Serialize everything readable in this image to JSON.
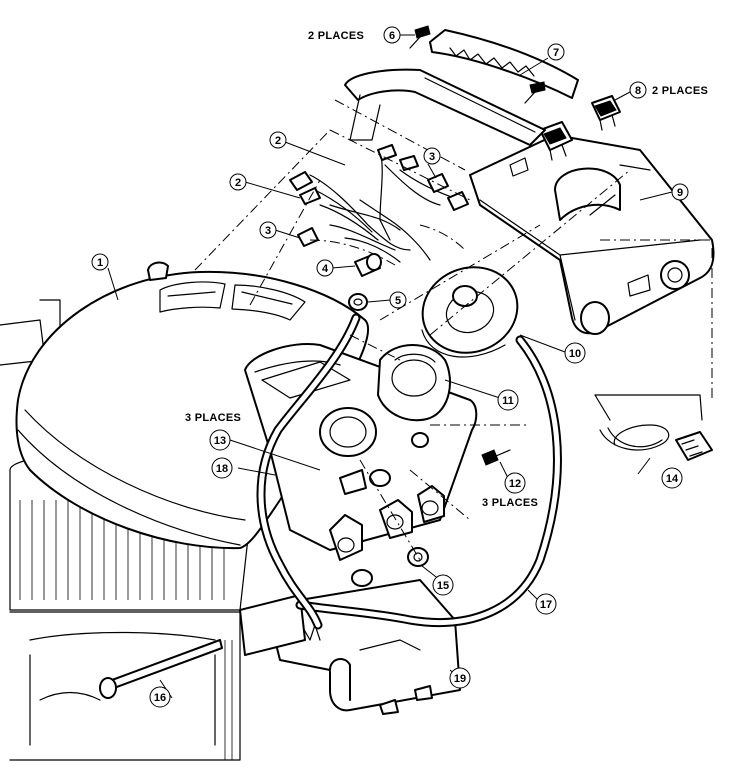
{
  "diagram": {
    "callouts": [
      {
        "id": "c1",
        "label": "1"
      },
      {
        "id": "c2a",
        "label": "2"
      },
      {
        "id": "c2b",
        "label": "2"
      },
      {
        "id": "c3a",
        "label": "3"
      },
      {
        "id": "c3b",
        "label": "3"
      },
      {
        "id": "c4",
        "label": "4"
      },
      {
        "id": "c5",
        "label": "5"
      },
      {
        "id": "c6",
        "label": "6"
      },
      {
        "id": "c7",
        "label": "7"
      },
      {
        "id": "c8",
        "label": "8"
      },
      {
        "id": "c9",
        "label": "9"
      },
      {
        "id": "c10",
        "label": "10"
      },
      {
        "id": "c11",
        "label": "11"
      },
      {
        "id": "c12",
        "label": "12"
      },
      {
        "id": "c13",
        "label": "13"
      },
      {
        "id": "c14",
        "label": "14"
      },
      {
        "id": "c15",
        "label": "15"
      },
      {
        "id": "c16",
        "label": "16"
      },
      {
        "id": "c17",
        "label": "17"
      },
      {
        "id": "c18",
        "label": "18"
      },
      {
        "id": "c19",
        "label": "19"
      }
    ],
    "notes": {
      "places_6": "2 PLACES",
      "places_8": "2 PLACES",
      "places_13": "3 PLACES",
      "places_12": "3 PLACES"
    }
  }
}
